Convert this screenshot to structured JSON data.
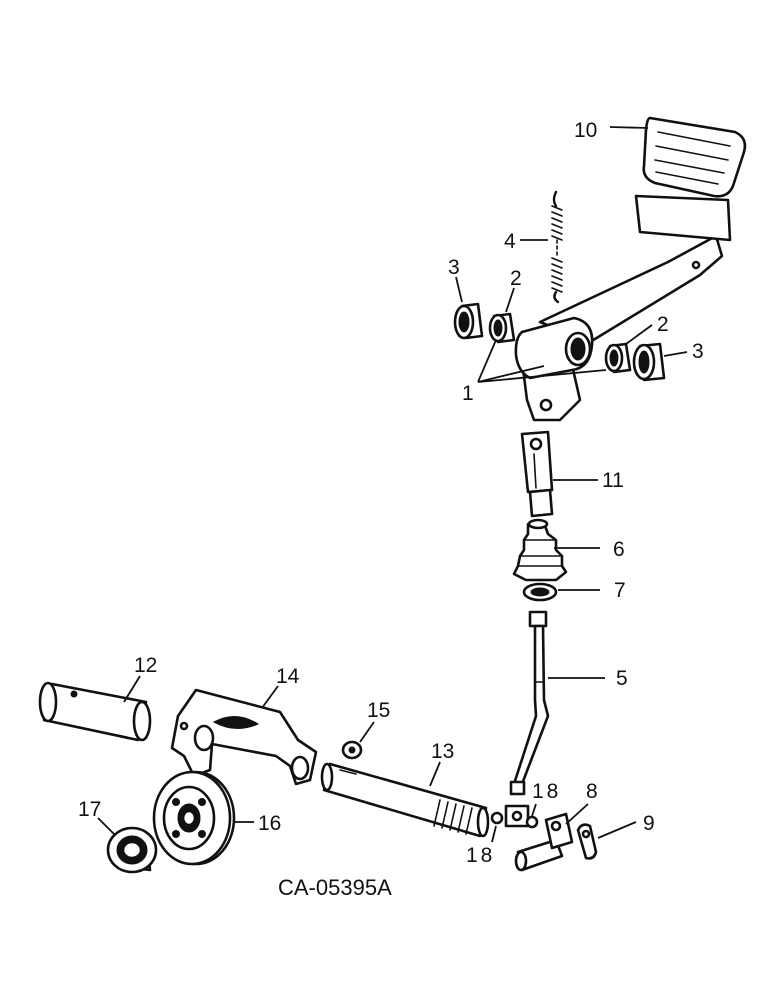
{
  "figure_code": "CA-05395A",
  "callouts": {
    "c1": "1",
    "c2a": "2",
    "c2b": "2",
    "c3a": "3",
    "c3b": "3",
    "c4": "4",
    "c5": "5",
    "c6": "6",
    "c7": "7",
    "c8": "8",
    "c9": "9",
    "c10": "10",
    "c11": "11",
    "c12": "12",
    "c13": "13",
    "c14": "14",
    "c15": "15",
    "c16": "16",
    "c17": "17",
    "c18a": "18",
    "c18b": "18"
  }
}
